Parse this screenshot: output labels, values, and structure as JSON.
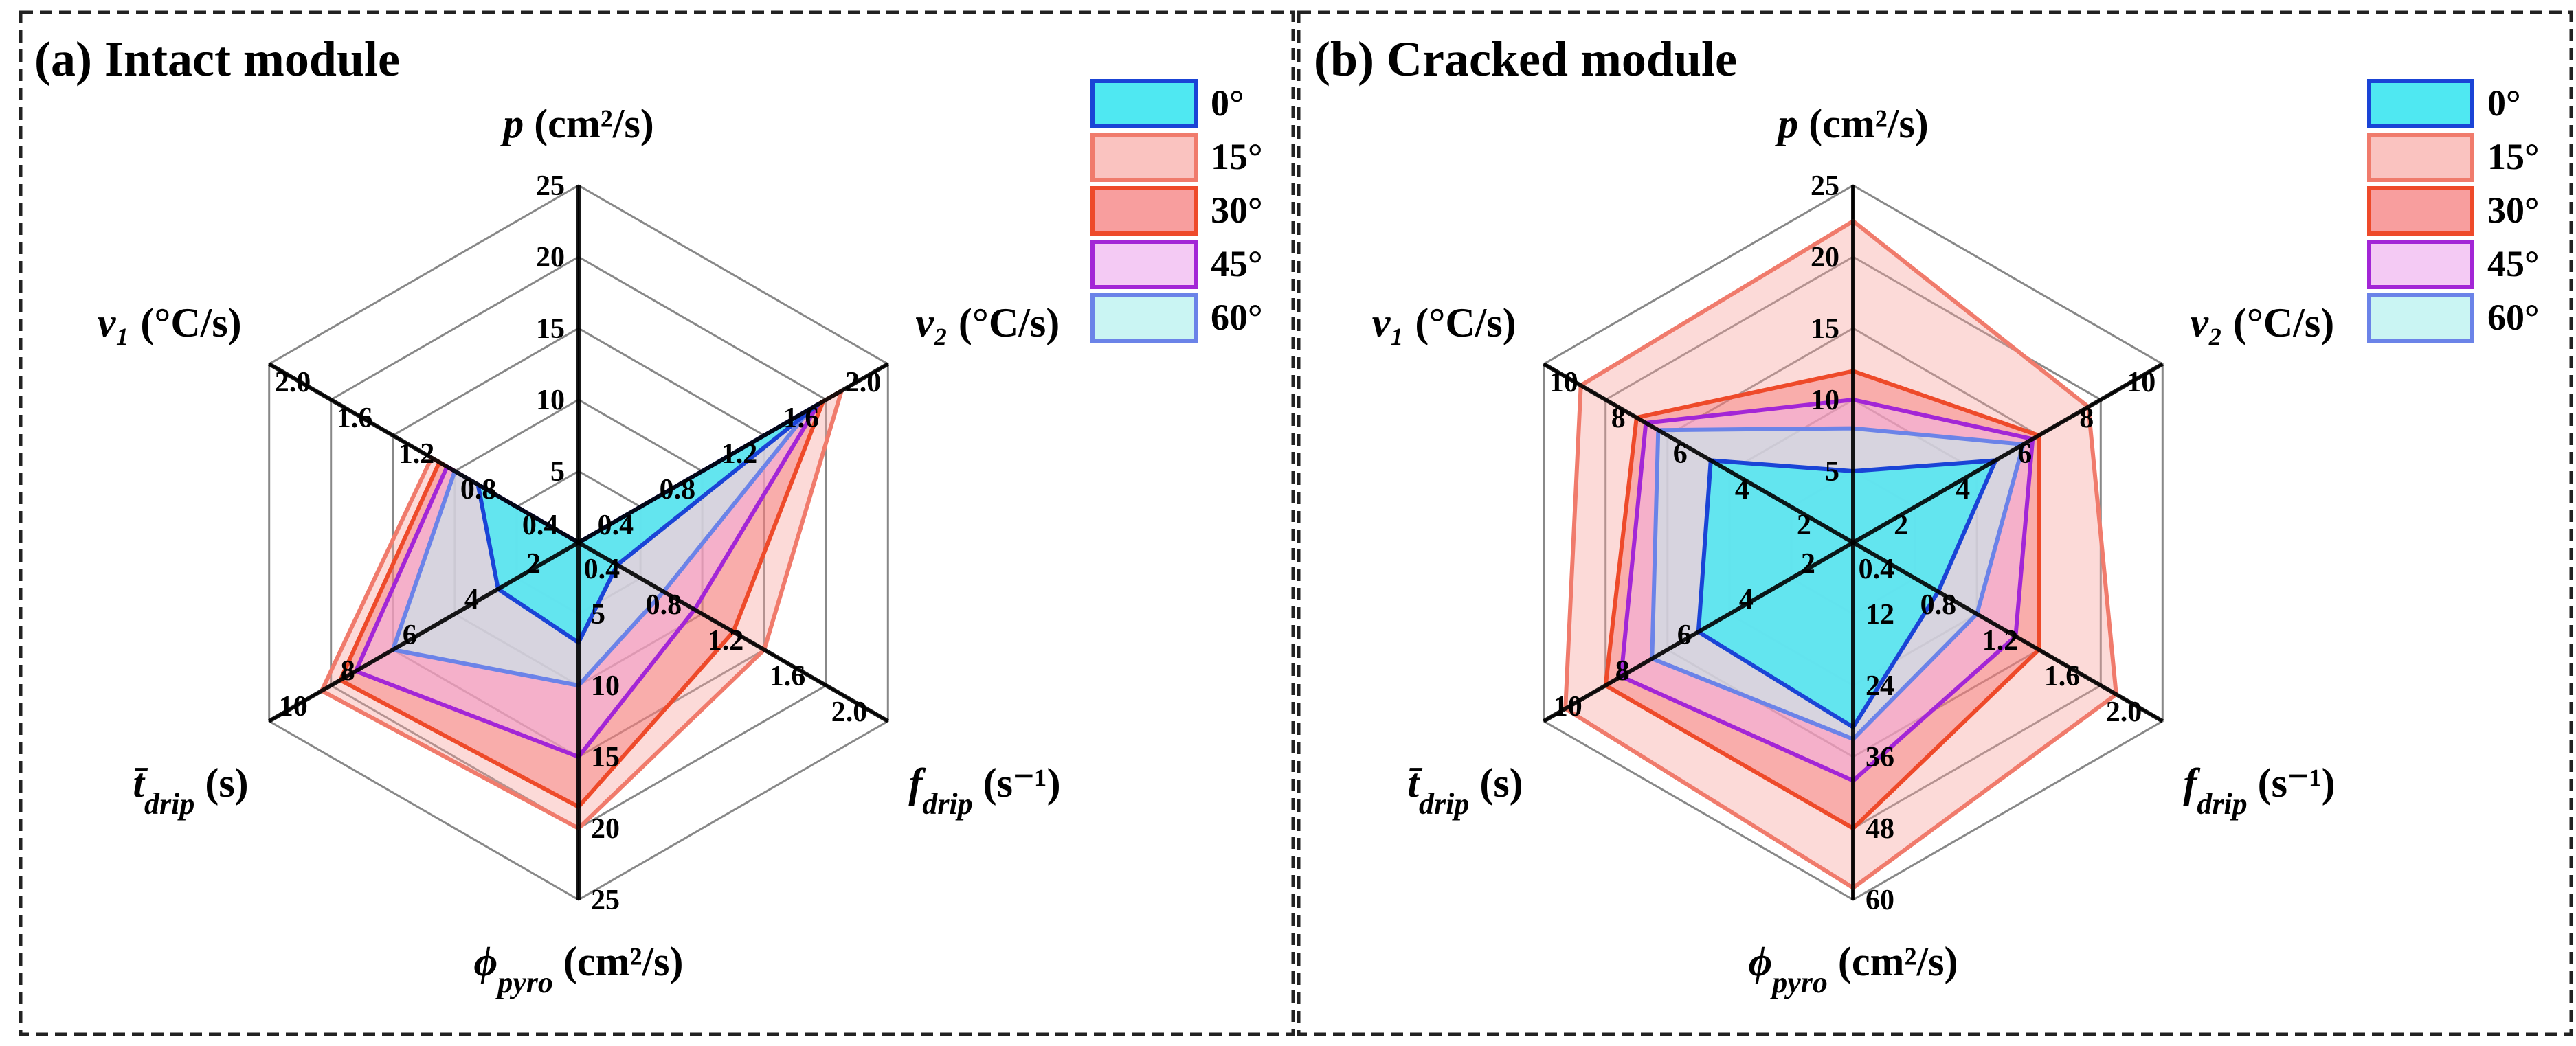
{
  "chart_data": [
    {
      "type": "radar",
      "title": "(a) Intact module",
      "axes": [
        {
          "label": "p",
          "unit": " (cm²/s)",
          "ticks": [
            "5",
            "10",
            "15",
            "20",
            "25"
          ],
          "max": 25
        },
        {
          "label": "v₂",
          "unit": " (°C/s)",
          "ticks": [
            "0.4",
            "0.8",
            "1.2",
            "1.6",
            "2.0"
          ],
          "max": 2.0
        },
        {
          "label": "f",
          "sub": "drip",
          "unit": " (s⁻¹)",
          "ticks": [
            "0.4",
            "0.8",
            "1.2",
            "1.6",
            "2.0"
          ],
          "max": 2.0
        },
        {
          "label": "ϕ",
          "sub": "pyro",
          "unit": " (cm²/s)",
          "ticks": [
            "5",
            "10",
            "15",
            "20",
            "25"
          ],
          "max": 25
        },
        {
          "label": "t̄",
          "sub": "drip",
          "unit": " (s)",
          "ticks": [
            "2",
            "4",
            "6",
            "8",
            "10"
          ],
          "max": 10
        },
        {
          "label": "v₁",
          "unit": " (°C/s)",
          "ticks": [
            "0.4",
            "0.8",
            "1.2",
            "1.6",
            "2.0"
          ],
          "max": 2.0
        }
      ],
      "series": [
        {
          "name": "0°",
          "values": [
            0.0,
            1.55,
            0.25,
            7.0,
            2.6,
            0.65
          ],
          "fill": "#4fe8f2",
          "stroke": "#1a44d6",
          "opacity": 0.85
        },
        {
          "name": "15°",
          "values": [
            0.0,
            1.7,
            1.2,
            20.0,
            8.3,
            0.95
          ],
          "fill": "#f7a39e",
          "stroke": "#f07b6c",
          "opacity": 0.4
        },
        {
          "name": "30°",
          "values": [
            0.0,
            1.58,
            1.0,
            18.5,
            7.7,
            0.9
          ],
          "fill": "#f56a6a",
          "stroke": "#ee4a2a",
          "opacity": 0.4
        },
        {
          "name": "45°",
          "values": [
            0.0,
            1.55,
            0.75,
            15.0,
            7.2,
            0.85
          ],
          "fill": "#f0b4f0",
          "stroke": "#a326d6",
          "opacity": 0.45
        },
        {
          "name": "60°",
          "values": [
            0.0,
            1.5,
            0.55,
            10.0,
            6.0,
            0.8
          ],
          "fill": "#bdf3f0",
          "stroke": "#6b83e8",
          "opacity": 0.55
        }
      ]
    },
    {
      "type": "radar",
      "title": "(b) Cracked module",
      "axes": [
        {
          "label": "p",
          "unit": " (cm²/s)",
          "ticks": [
            "5",
            "10",
            "15",
            "20",
            "25"
          ],
          "max": 25
        },
        {
          "label": "v₂",
          "unit": " (°C/s)",
          "ticks": [
            "2",
            "4",
            "6",
            "8",
            "10"
          ],
          "max": 10
        },
        {
          "label": "f",
          "sub": "drip",
          "unit": " (s⁻¹)",
          "ticks": [
            "0.4",
            "0.8",
            "1.2",
            "1.6",
            "2.0"
          ],
          "max": 2.0
        },
        {
          "label": "ϕ",
          "sub": "pyro",
          "unit": " (cm²/s)",
          "ticks": [
            "12",
            "24",
            "36",
            "48",
            "60"
          ],
          "max": 60
        },
        {
          "label": "t̄",
          "sub": "drip",
          "unit": " (s)",
          "ticks": [
            "2",
            "4",
            "6",
            "8",
            "10"
          ],
          "max": 10
        },
        {
          "label": "v₁",
          "unit": " (°C/s)",
          "ticks": [
            "2",
            "4",
            "6",
            "8",
            "10"
          ],
          "max": 10
        }
      ],
      "series": [
        {
          "name": "0°",
          "values": [
            5.0,
            4.6,
            0.55,
            31.0,
            5.0,
            4.6
          ],
          "fill": "#4fe8f2",
          "stroke": "#1a44d6",
          "opacity": 0.85
        },
        {
          "name": "15°",
          "values": [
            22.5,
            7.6,
            1.7,
            58.0,
            9.3,
            8.8
          ],
          "fill": "#f7a39e",
          "stroke": "#f07b6c",
          "opacity": 0.4
        },
        {
          "name": "30°",
          "values": [
            12.0,
            6.0,
            1.2,
            48.0,
            8.0,
            7.0
          ],
          "fill": "#f56a6a",
          "stroke": "#ee4a2a",
          "opacity": 0.4
        },
        {
          "name": "45°",
          "values": [
            10.0,
            5.8,
            1.05,
            40.0,
            7.5,
            6.7
          ],
          "fill": "#f0b4f0",
          "stroke": "#a326d6",
          "opacity": 0.45
        },
        {
          "name": "60°",
          "values": [
            8.0,
            5.5,
            0.8,
            33.0,
            6.5,
            6.3
          ],
          "fill": "#bdf3f0",
          "stroke": "#6b83e8",
          "opacity": 0.55
        }
      ]
    }
  ]
}
